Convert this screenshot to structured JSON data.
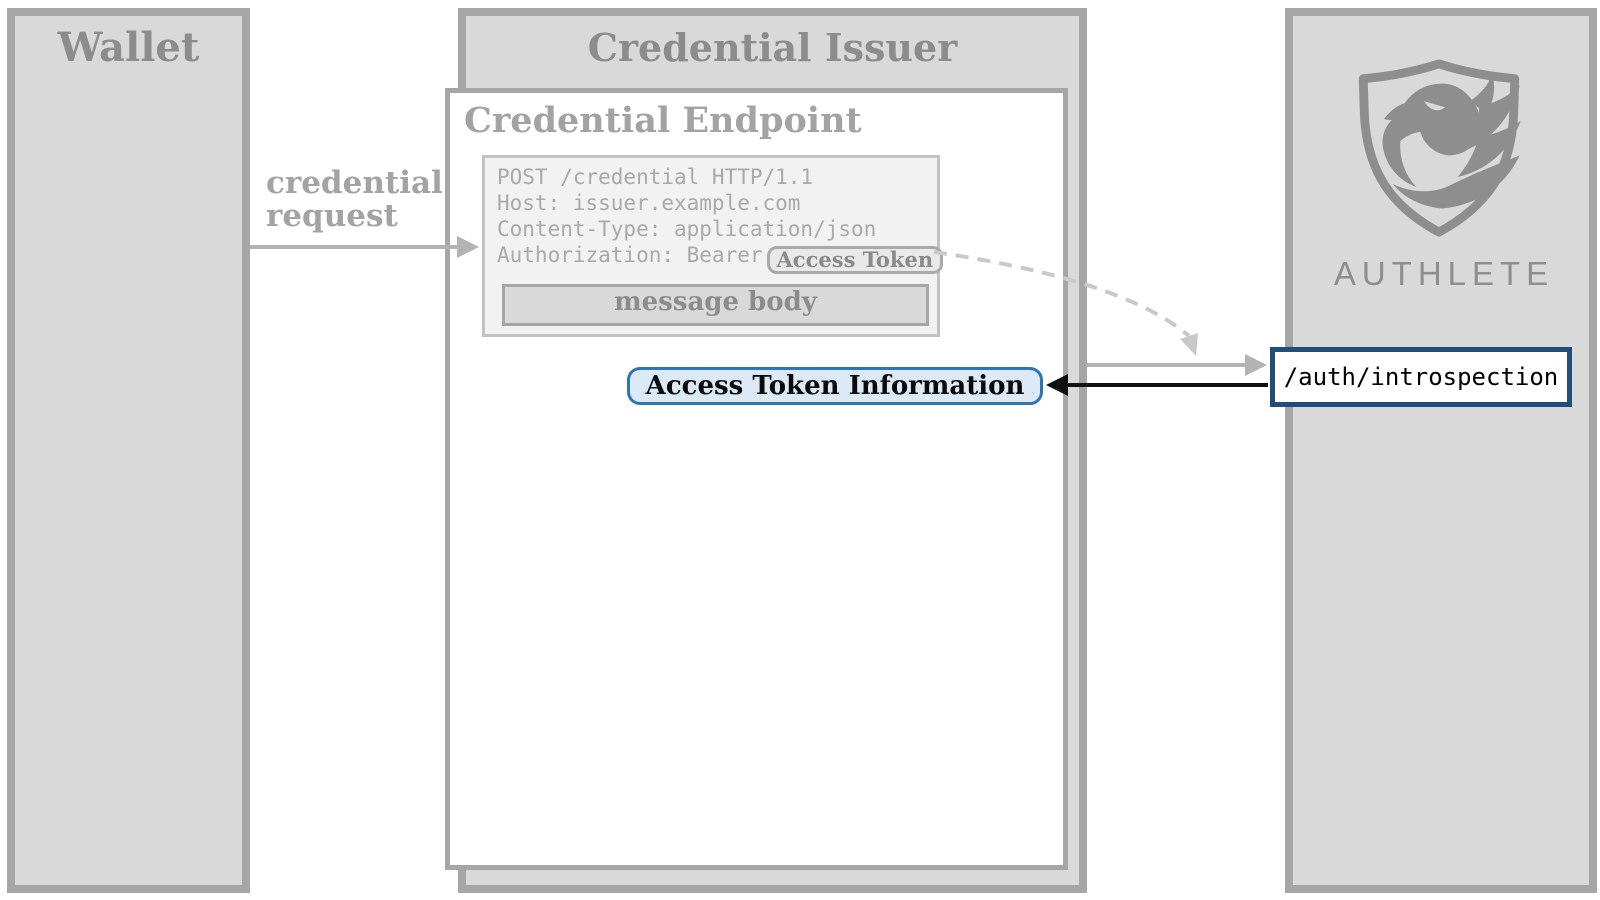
{
  "colors": {
    "panel_fill": "#d9d9d9",
    "panel_border": "#a6a6a6",
    "title_gray": "#8c8c8c",
    "subtitle_gray": "#a3a3a3",
    "mono_gray": "#a9a9a9",
    "box_fill": "#f2f2f2",
    "box_border": "#c2c2c2",
    "token_fill": "#e9e9e9",
    "token_border": "#a9a9a9",
    "token_text": "#8a8a8a",
    "accent_fill": "#dce9f7",
    "accent_border": "#2e75b6",
    "navy": "#1f4e79",
    "arrow_gray": "#b3b3b3",
    "dash_gray": "#c9c9c9",
    "logo_gray": "#8e8e8e"
  },
  "wallet": {
    "title": "Wallet"
  },
  "flow": {
    "credential_request_label": "credential\nrequest"
  },
  "issuer": {
    "title": "Credential Issuer",
    "endpoint": {
      "title": "Credential Endpoint",
      "request": {
        "line1": "POST /credential HTTP/1.1",
        "line2": "Host: issuer.example.com",
        "line3": "Content-Type: application/json",
        "line4_prefix": "Authorization: Bearer",
        "access_token_label": "Access Token",
        "message_body_label": "message body"
      },
      "result_label": "Access Token Information"
    }
  },
  "authlete": {
    "wordmark": "AUTHLETE",
    "logo_icon": "shield-eagle-icon",
    "endpoint_path": "/auth/introspection"
  }
}
